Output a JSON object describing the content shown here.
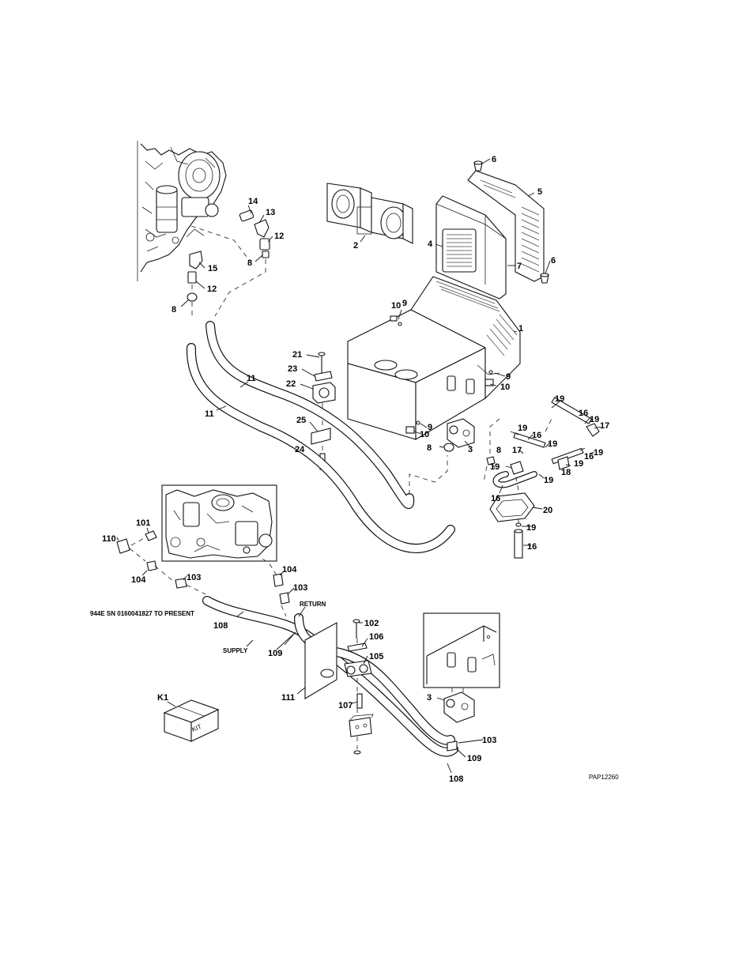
{
  "diagram": {
    "drawing_code": "PAP12260",
    "notes": {
      "serial_range": "944E SN 0160041827 TO PRESENT",
      "return": "RETURN",
      "supply": "SUPPLY",
      "kit_box": "KIT"
    },
    "callouts": [
      {
        "id": "c6a",
        "text": "6"
      },
      {
        "id": "c5",
        "text": "5"
      },
      {
        "id": "c14",
        "text": "14"
      },
      {
        "id": "c13",
        "text": "13"
      },
      {
        "id": "c12a",
        "text": "12"
      },
      {
        "id": "c8a",
        "text": "8"
      },
      {
        "id": "c15",
        "text": "15"
      },
      {
        "id": "c12b",
        "text": "12"
      },
      {
        "id": "c8b",
        "text": "8"
      },
      {
        "id": "c2",
        "text": "2"
      },
      {
        "id": "c4",
        "text": "4"
      },
      {
        "id": "c7",
        "text": "7"
      },
      {
        "id": "c6b",
        "text": "6"
      },
      {
        "id": "c10a",
        "text": "10"
      },
      {
        "id": "c9a",
        "text": "9"
      },
      {
        "id": "c1",
        "text": "1"
      },
      {
        "id": "c21",
        "text": "21"
      },
      {
        "id": "c23",
        "text": "23"
      },
      {
        "id": "c22",
        "text": "22"
      },
      {
        "id": "c11a",
        "text": "11"
      },
      {
        "id": "c11b",
        "text": "11"
      },
      {
        "id": "c9b",
        "text": "9"
      },
      {
        "id": "c10b",
        "text": "10"
      },
      {
        "id": "c25",
        "text": "25"
      },
      {
        "id": "c24",
        "text": "24"
      },
      {
        "id": "c9c",
        "text": "9"
      },
      {
        "id": "c10c",
        "text": "10"
      },
      {
        "id": "c8c",
        "text": "8"
      },
      {
        "id": "c3a",
        "text": "3"
      },
      {
        "id": "c8d",
        "text": "8"
      },
      {
        "id": "c19a",
        "text": "19"
      },
      {
        "id": "c16a",
        "text": "16"
      },
      {
        "id": "c19b",
        "text": "19"
      },
      {
        "id": "c17a",
        "text": "17"
      },
      {
        "id": "c19c",
        "text": "19"
      },
      {
        "id": "c16b",
        "text": "16"
      },
      {
        "id": "c19d",
        "text": "19"
      },
      {
        "id": "c19e",
        "text": "19"
      },
      {
        "id": "c16c",
        "text": "16"
      },
      {
        "id": "c17b",
        "text": "17"
      },
      {
        "id": "c19f",
        "text": "19"
      },
      {
        "id": "c18",
        "text": "18"
      },
      {
        "id": "c19g",
        "text": "19"
      },
      {
        "id": "c19h",
        "text": "19"
      },
      {
        "id": "c16d",
        "text": "16"
      },
      {
        "id": "c20",
        "text": "20"
      },
      {
        "id": "c19i",
        "text": "19"
      },
      {
        "id": "c16e",
        "text": "16"
      },
      {
        "id": "c101",
        "text": "101"
      },
      {
        "id": "c110",
        "text": "110"
      },
      {
        "id": "c104a",
        "text": "104"
      },
      {
        "id": "c103a",
        "text": "103"
      },
      {
        "id": "c104b",
        "text": "104"
      },
      {
        "id": "c103b",
        "text": "103"
      },
      {
        "id": "c108a",
        "text": "108"
      },
      {
        "id": "c109a",
        "text": "109"
      },
      {
        "id": "c102",
        "text": "102"
      },
      {
        "id": "c106",
        "text": "106"
      },
      {
        "id": "c105",
        "text": "105"
      },
      {
        "id": "c111",
        "text": "111"
      },
      {
        "id": "c107",
        "text": "107"
      },
      {
        "id": "cK1",
        "text": "K1"
      },
      {
        "id": "c3b",
        "text": "3"
      },
      {
        "id": "c103c",
        "text": "103"
      },
      {
        "id": "c109b",
        "text": "109"
      },
      {
        "id": "c108b",
        "text": "108"
      }
    ]
  }
}
